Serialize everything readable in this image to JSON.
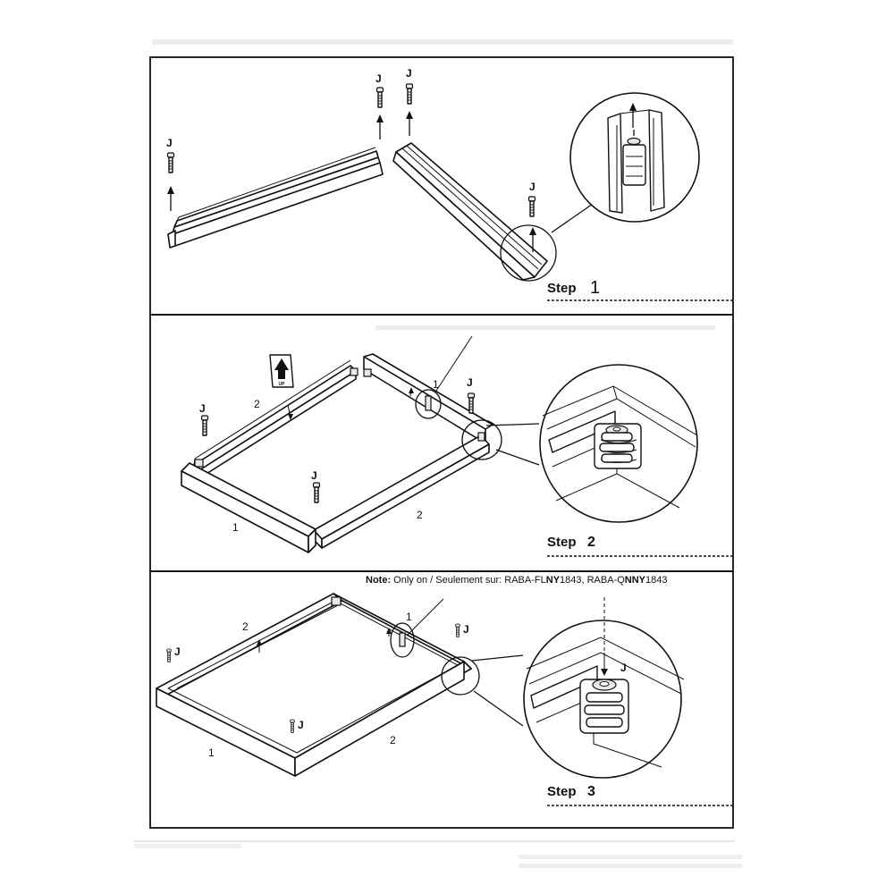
{
  "steps": [
    {
      "step_word": "Step",
      "step_number": "1"
    },
    {
      "step_word": "Step",
      "step_number": "2"
    },
    {
      "step_word": "Step",
      "step_number": "3"
    }
  ],
  "part_labels": {
    "hardware": "J",
    "rail_one": "1",
    "rail_two": "2"
  },
  "up_label": "UP",
  "note": {
    "prefix": "Note:",
    "text": " Only on / Seulement sur: RABA-FL",
    "bold1": "NY",
    "mid": "1843, RABA-Q",
    "bold2": "NNY",
    "suffix": "1843"
  },
  "icons": [
    "bolt-icon",
    "arrow-up-icon",
    "up-arrow-label-icon",
    "bracket-icon"
  ]
}
